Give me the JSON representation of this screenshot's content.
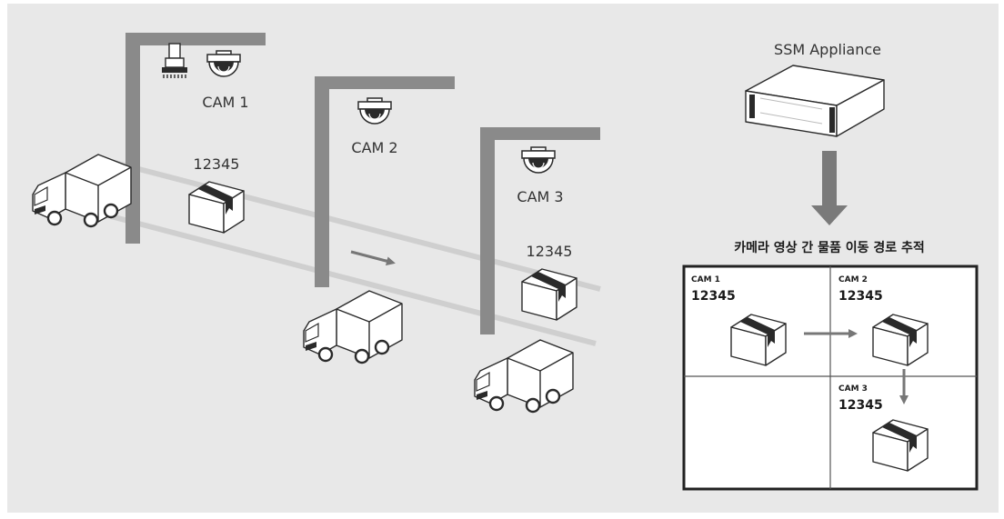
{
  "cameras": [
    {
      "label": "CAM 1"
    },
    {
      "label": "CAM 2"
    },
    {
      "label": "CAM 3"
    }
  ],
  "packages": {
    "id_near_cam1": "12345",
    "id_near_cam3": "12345"
  },
  "appliance": {
    "label": "SSM Appliance"
  },
  "tracking": {
    "title": "카메라 영상 간 물품 이동 경로 추적",
    "cells": [
      {
        "cam": "CAM 1",
        "id": "12345"
      },
      {
        "cam": "CAM 2",
        "id": "12345"
      },
      {
        "cam": "CAM 3",
        "id": "12345"
      }
    ]
  },
  "colors": {
    "background": "#e8e8e8",
    "structure": "#8a8a8a",
    "line": "#2a2a2a",
    "text": "#333333",
    "panel_border": "#222222"
  },
  "icons": [
    "dome-camera-icon",
    "barcode-scanner-icon",
    "truck-icon",
    "box-icon",
    "server-icon",
    "arrow-icon"
  ]
}
